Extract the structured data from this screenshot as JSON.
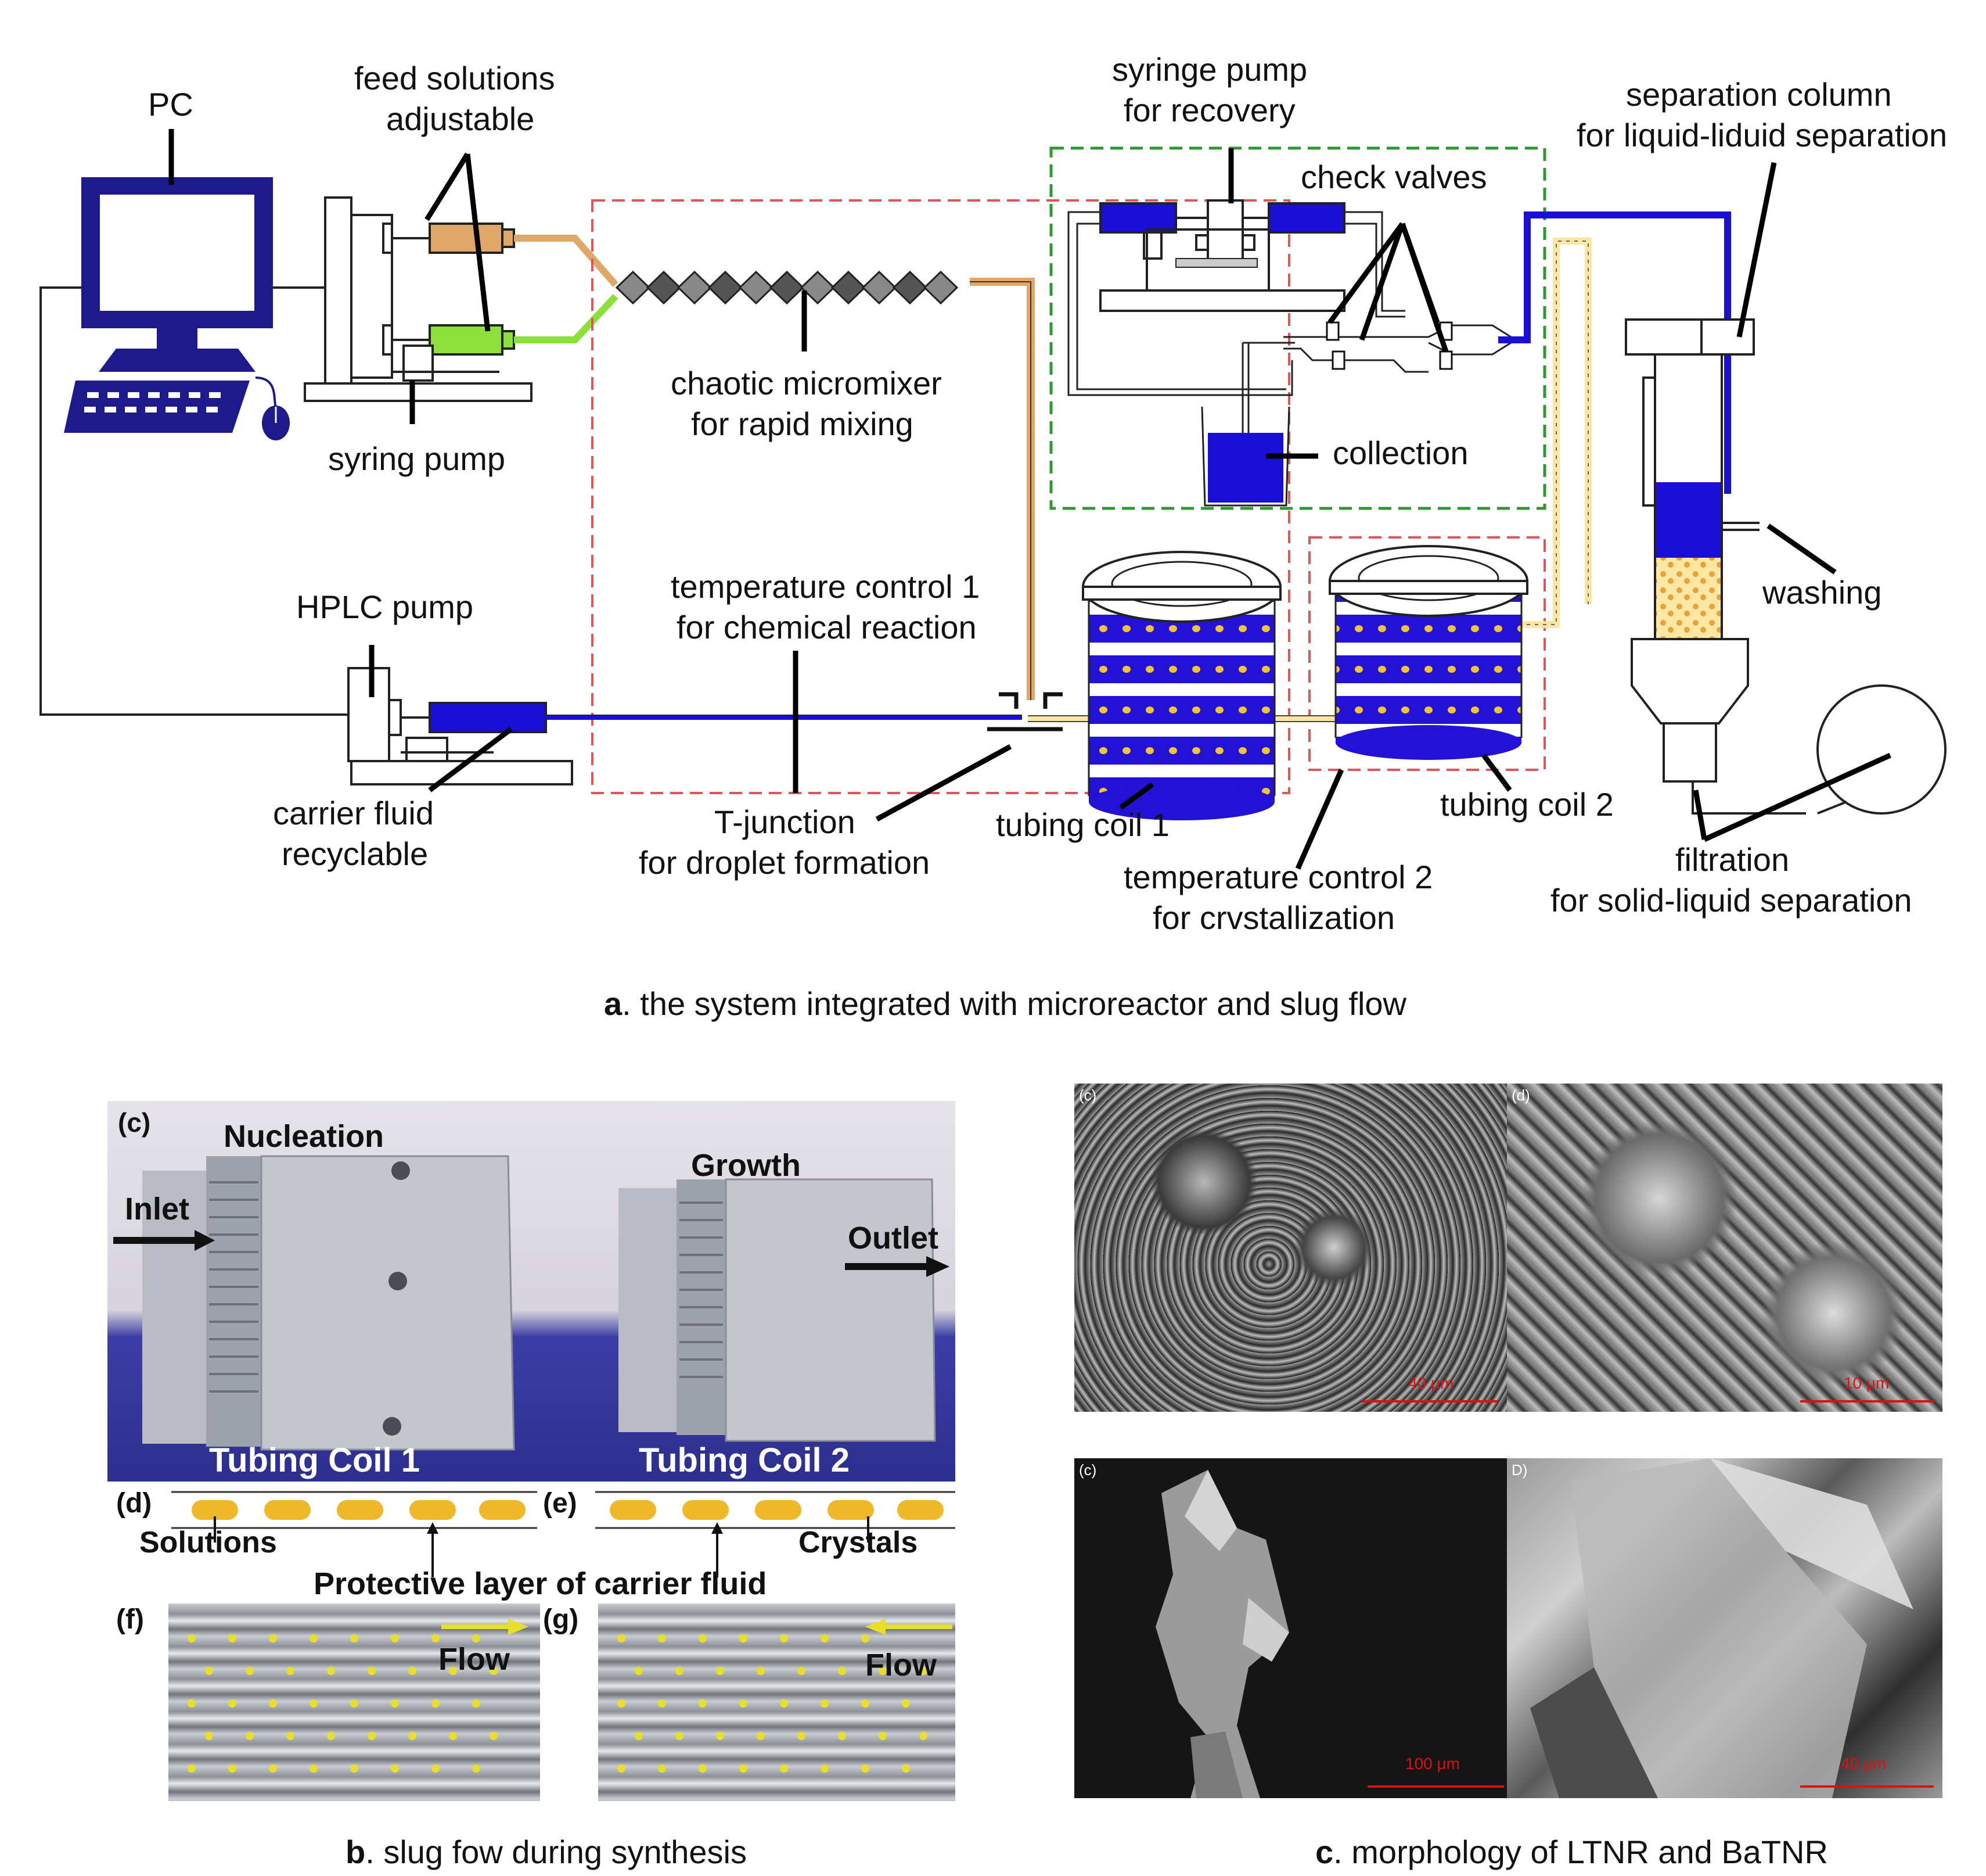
{
  "panel_a": {
    "labels": {
      "pc": "PC",
      "feed_1": "feed solutions",
      "feed_2": "adjustable",
      "syringe_pump": "syring pump",
      "micromixer_1": "chaotic micromixer",
      "micromixer_2": "for rapid mixing",
      "recovery_1": "syringe pump",
      "recovery_2": "for recovery",
      "check_valves": "check valves",
      "collection": "collection",
      "separation_1": "separation column",
      "separation_2": "for liquid-liduid separation",
      "washing": "washing",
      "hplc": "HPLC pump",
      "carrier_1": "carrier fluid",
      "carrier_2": "recyclable",
      "temp1_1": "temperature control 1",
      "temp1_2": "for chemical reaction",
      "tjunction_1": "T-junction",
      "tjunction_2": "for droplet formation",
      "coil1": "tubing coil 1",
      "coil2": "tubing coil 2",
      "temp2_1": "temperature control 2",
      "temp2_2": "for crvstallization",
      "filtration_1": "filtration",
      "filtration_2": "for solid-liquid separation"
    },
    "caption_letter": "a",
    "caption_text": ". the system integrated with microreactor and slug flow"
  },
  "panel_b": {
    "photo": {
      "tag_c": "(c)",
      "nucleation": "Nucleation",
      "growth": "Growth",
      "inlet": "Inlet",
      "outlet": "Outlet",
      "coil1": "Tubing Coil 1",
      "coil2": "Tubing Coil 2"
    },
    "schematic": {
      "tag_d": "(d)",
      "tag_e": "(e)",
      "solutions": "Solutions",
      "crystals": "Crystals",
      "protective": "Protective layer of carrier fluid",
      "tag_f": "(f)",
      "tag_g": "(g)",
      "flow_f": "Flow",
      "flow_g": "Flow"
    },
    "caption_letter": "b",
    "caption_text": ". slug fow during synthesis"
  },
  "panel_c": {
    "sem": [
      {
        "corner": "(c)",
        "scale": "40 μm"
      },
      {
        "corner": "(d)",
        "scale": "10 μm"
      },
      {
        "corner": "(c)",
        "scale": "100 μm"
      },
      {
        "corner": "D)",
        "scale": "40 μm"
      }
    ],
    "caption_letter": "c",
    "caption_text": ". morphology of LTNR and BaTNR"
  },
  "colors": {
    "blue": "#1a0fd6",
    "navy": "#1c1a8c",
    "orange": "#e0a868",
    "green": "#8ce03a",
    "gold": "#f1c232",
    "red_dash": "#e05555",
    "green_dash": "#2e9a2e"
  }
}
